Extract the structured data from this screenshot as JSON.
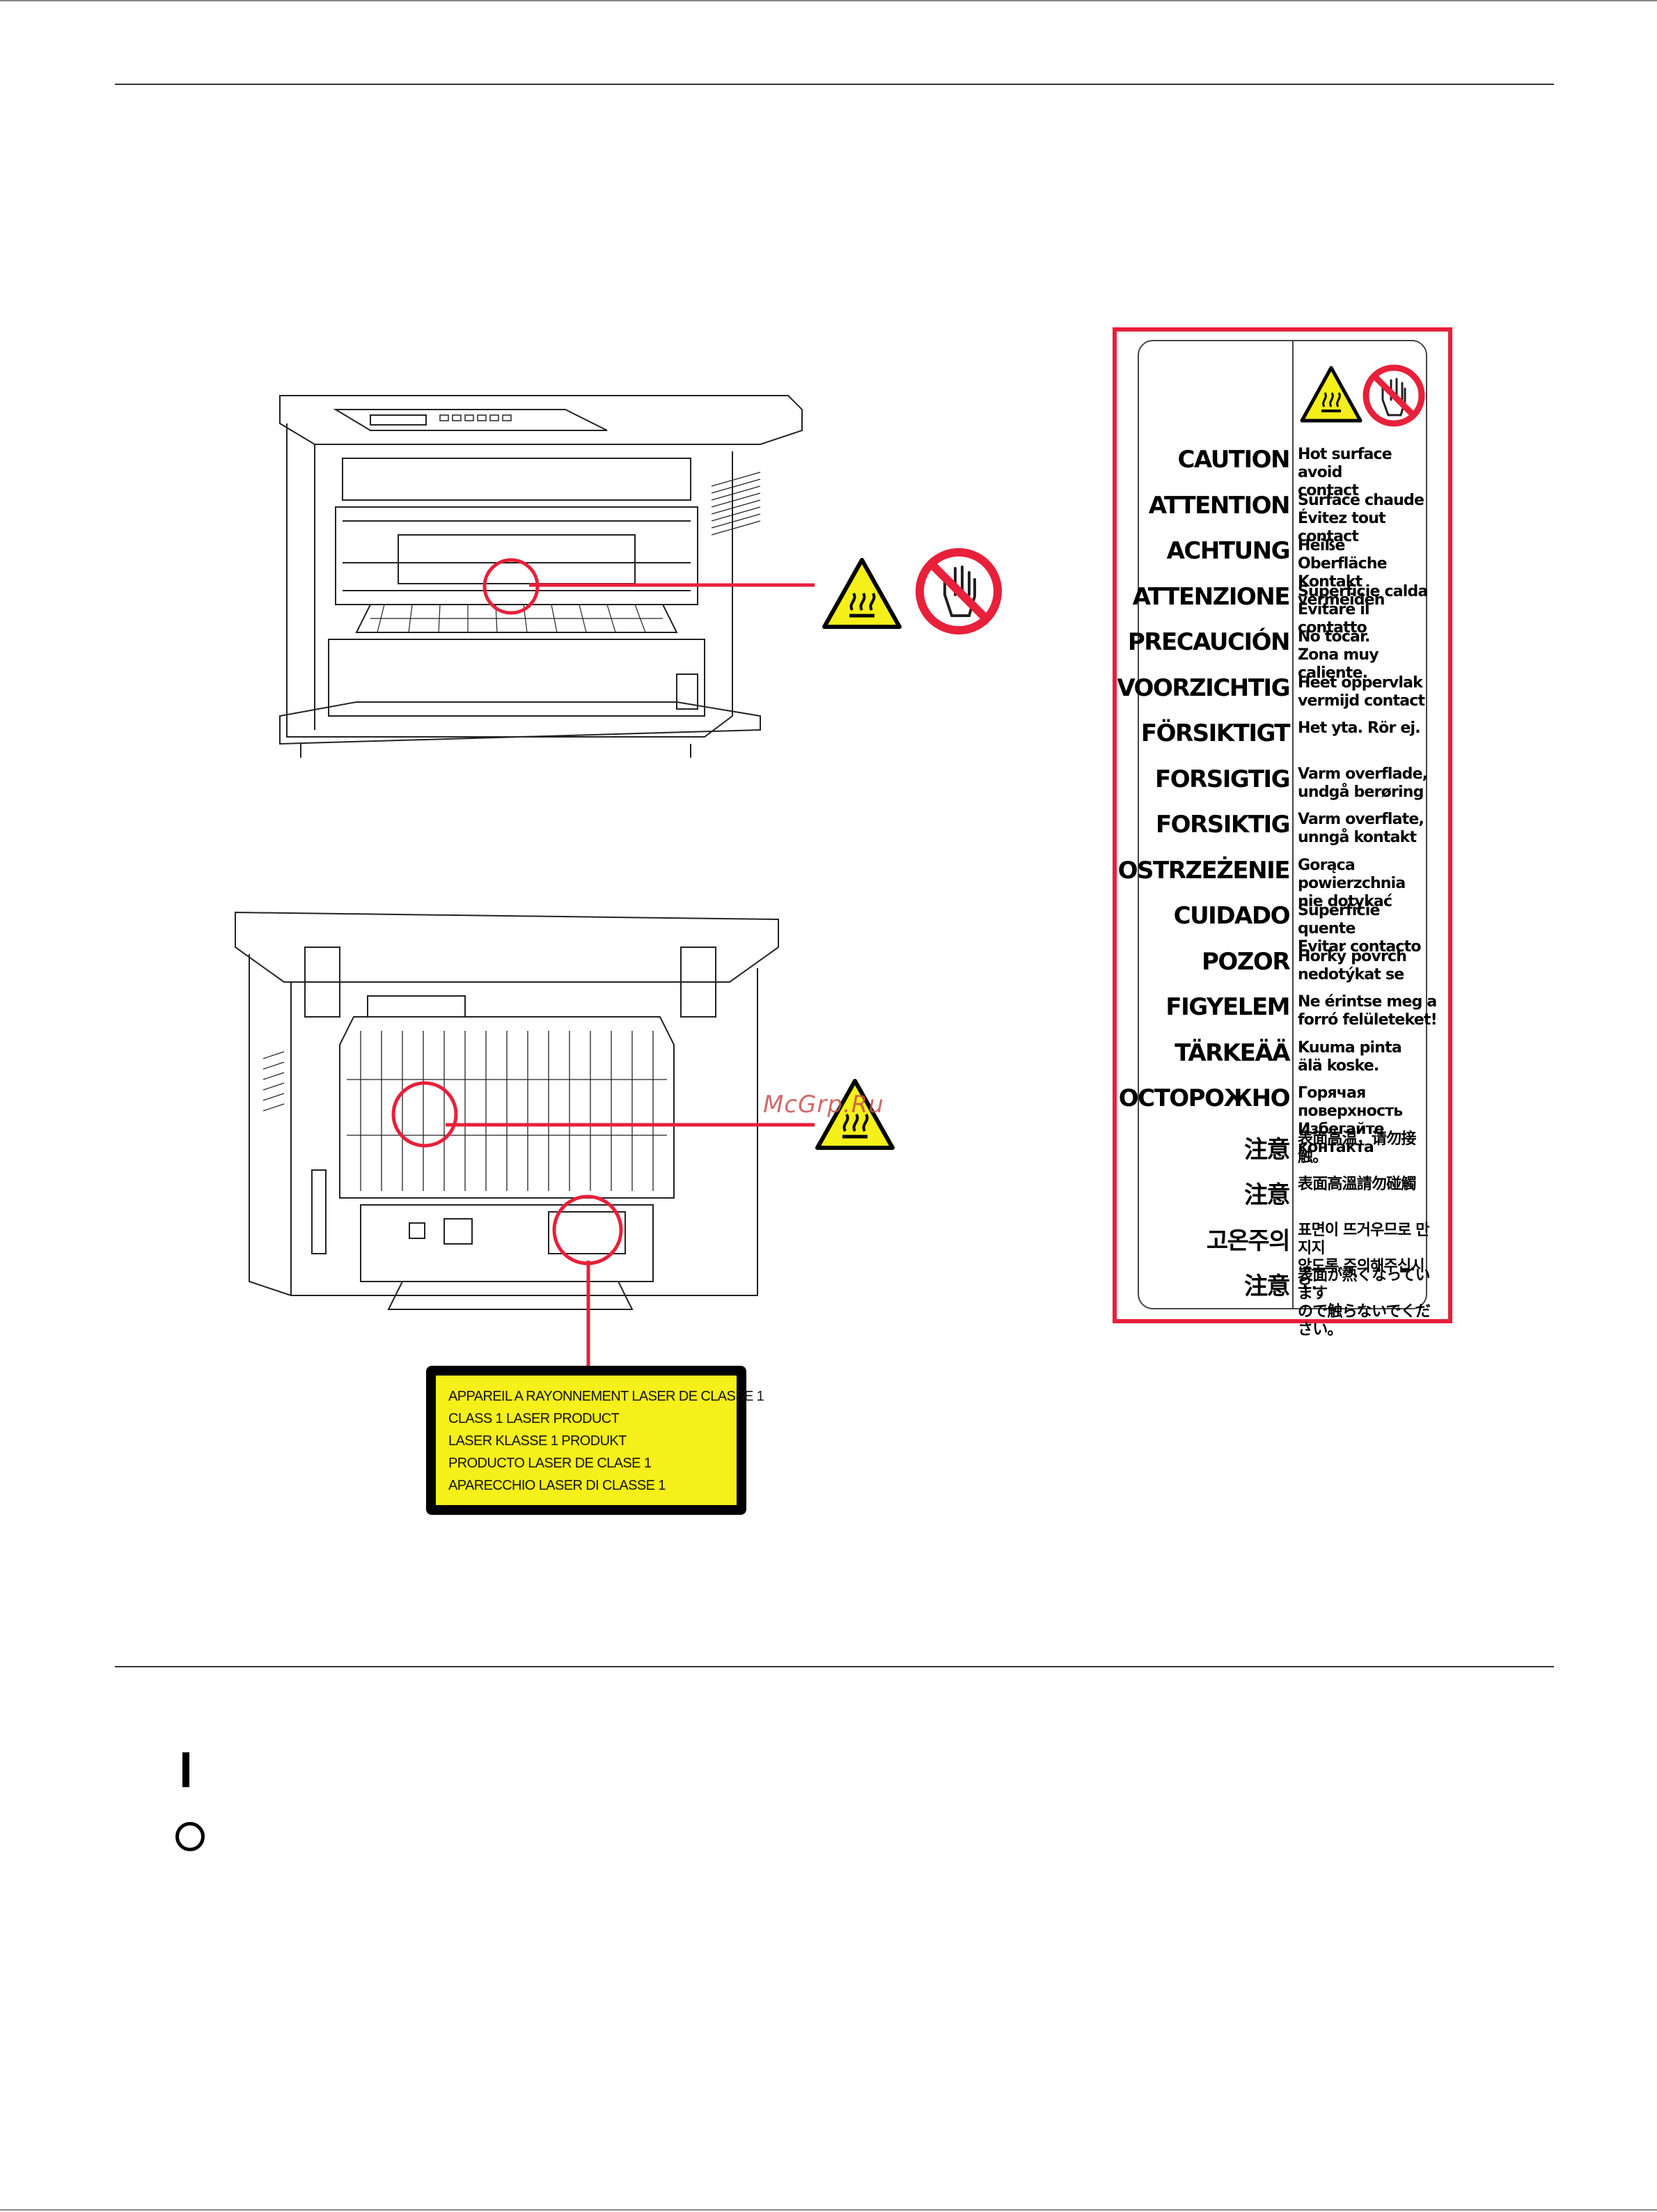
{
  "caution_label": {
    "rows": [
      {
        "word": "CAUTION",
        "msg": "Hot surface avoid\ncontact"
      },
      {
        "word": "ATTENTION",
        "msg": "Surface chaude\nÉvitez tout contact"
      },
      {
        "word": "ACHTUNG",
        "msg": "Heiße Oberfläche\nKontakt vermeiden"
      },
      {
        "word": "ATTENZIONE",
        "msg": "Superficie calda\nEvitare il contatto"
      },
      {
        "word": "PRECAUCIÓN",
        "msg": "No tocar.\nZona muy caliente."
      },
      {
        "word": "VOORZICHTIG",
        "msg": "Heet oppervlak\nvermijd contact"
      },
      {
        "word": "FÖRSIKTIGT",
        "msg": "Het yta. Rör ej."
      },
      {
        "word": "FORSIGTIG",
        "msg": "Varm overflade,\nundgå berøring"
      },
      {
        "word": "FORSIKTIG",
        "msg": "Varm overflate,\nunngå kontakt"
      },
      {
        "word": "OSTRZEŻENIE",
        "msg": "Gorąca powierzchnia\nnie dotykać"
      },
      {
        "word": "CUIDADO",
        "msg": "Superfície quente\nEvitar contacto"
      },
      {
        "word": "POZOR",
        "msg": "Horký povrch\nnedotýkat se"
      },
      {
        "word": "FIGYELEM",
        "msg": "Ne érintse meg a\nforró felületeket!"
      },
      {
        "word": "TÄRKEÄÄ",
        "msg": "Kuuma pinta\nälä koske."
      },
      {
        "word": "ОСТОРОЖНО",
        "msg": "Горячая поверхность\nИзбегайте контакта"
      },
      {
        "word": "注意",
        "msg": "表面高温，请勿接触。"
      },
      {
        "word": "注意",
        "msg": "表面高溫請勿碰觸"
      },
      {
        "word": "고온주의",
        "msg": "표면이 뜨거우므로 만지지\n않도록 주의해주십시오."
      },
      {
        "word": "注意",
        "msg": "表面が熱くなっています\nので触らないでください。"
      }
    ]
  },
  "laser_label": {
    "lines": [
      "APPAREIL A RAYONNEMENT LASER DE CLASSE 1",
      "CLASS 1 LASER PRODUCT",
      "LASER KLASSE 1 PRODUKT",
      "PRODUCTO LASER DE CLASE 1",
      "APARECCHIO LASER DI CLASSE 1"
    ]
  },
  "watermark": "McGrp.Ru",
  "icons": [
    "hot-surface-warning-icon",
    "do-not-touch-icon",
    "power-on-symbol-icon",
    "power-off-symbol-icon"
  ],
  "colors": {
    "accent_red": "#e8203a",
    "warning_yellow": "#f5ef1a"
  }
}
